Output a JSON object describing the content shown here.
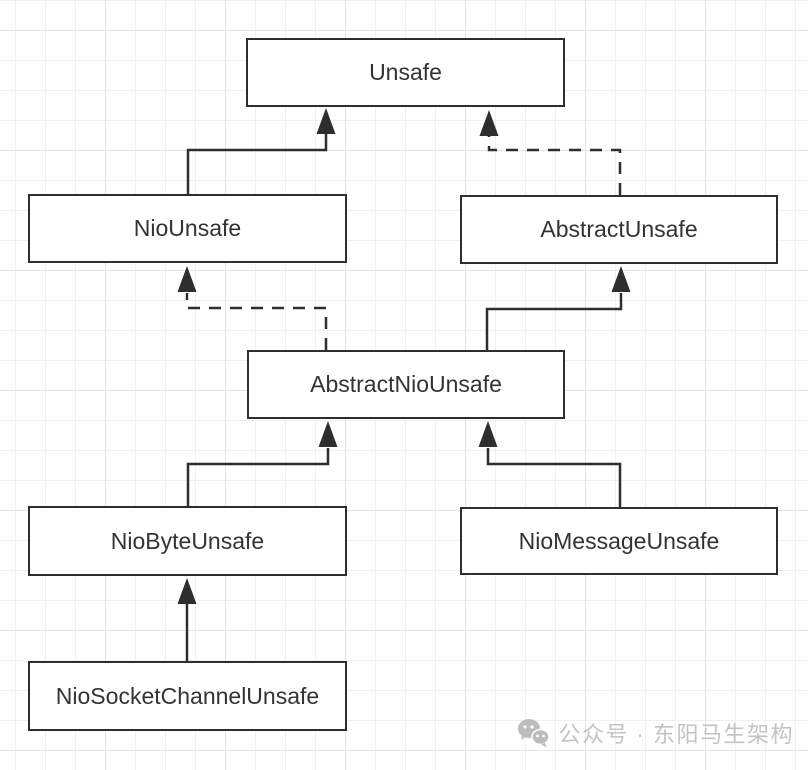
{
  "diagram": {
    "type": "class-inheritance-diagram",
    "nodes": [
      {
        "id": "unsafe",
        "label": "Unsafe"
      },
      {
        "id": "nio-unsafe",
        "label": "NioUnsafe"
      },
      {
        "id": "abstract-unsafe",
        "label": "AbstractUnsafe"
      },
      {
        "id": "abstract-nio-unsafe",
        "label": "AbstractNioUnsafe"
      },
      {
        "id": "nio-byte-unsafe",
        "label": "NioByteUnsafe"
      },
      {
        "id": "nio-message-unsafe",
        "label": "NioMessageUnsafe"
      },
      {
        "id": "nio-socket-channel-unsafe",
        "label": "NioSocketChannelUnsafe"
      }
    ],
    "edges": [
      {
        "from": "NioUnsafe",
        "to": "Unsafe",
        "line": "solid",
        "arrow": "filled-triangle"
      },
      {
        "from": "AbstractUnsafe",
        "to": "Unsafe",
        "line": "dashed",
        "arrow": "filled-triangle"
      },
      {
        "from": "AbstractNioUnsafe",
        "to": "NioUnsafe",
        "line": "dashed",
        "arrow": "filled-triangle"
      },
      {
        "from": "AbstractNioUnsafe",
        "to": "AbstractUnsafe",
        "line": "solid",
        "arrow": "filled-triangle"
      },
      {
        "from": "NioByteUnsafe",
        "to": "AbstractNioUnsafe",
        "line": "solid",
        "arrow": "filled-triangle"
      },
      {
        "from": "NioMessageUnsafe",
        "to": "AbstractNioUnsafe",
        "line": "solid",
        "arrow": "filled-triangle"
      },
      {
        "from": "NioSocketChannelUnsafe",
        "to": "NioByteUnsafe",
        "line": "solid",
        "arrow": "filled-triangle"
      }
    ]
  },
  "watermark": {
    "icon": "wechat-icon",
    "text": "公众号 · 东阳马生架构"
  },
  "colors": {
    "background": "#ffffff",
    "grid_minor": "#f0f0f0",
    "grid_major": "#e4e4e4",
    "node_border": "#2e2e2e",
    "node_fill": "#ffffff",
    "node_text": "#333333",
    "edge_line": "#2e2e2e",
    "watermark": "#c3c3c3"
  }
}
